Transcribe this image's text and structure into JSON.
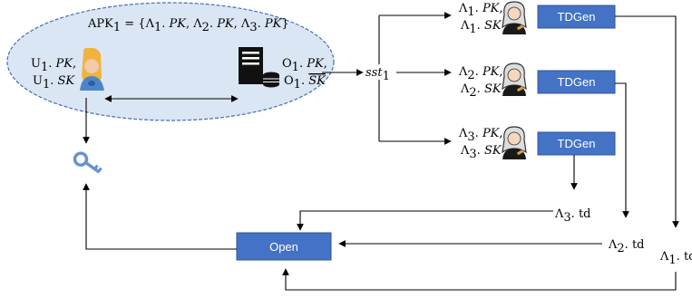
{
  "colors": {
    "ellipse_fill": "#dbe6f4",
    "ellipse_stroke": "#3f6fb5",
    "button_fill": "#4472c4",
    "button_stroke": "#2f5597",
    "key_color": "#6a93cf",
    "user_hair": "#f0b33c",
    "user_body": "#4a86c8"
  },
  "apk": {
    "lhs_main": "APK",
    "lhs_sub": "1",
    "eq_open": "= {",
    "items": [
      {
        "sym": "Λ",
        "sub": "1",
        "dot": ". ",
        "field": "PK",
        "sep": ", "
      },
      {
        "sym": "Λ",
        "sub": "2",
        "dot": ". ",
        "field": "PK",
        "sep": ", "
      },
      {
        "sym": "Λ",
        "sub": "3",
        "dot": ". ",
        "field": "PK",
        "sep": ""
      }
    ],
    "eq_close": "}"
  },
  "user": {
    "pk": {
      "sym": "U",
      "sub": "1",
      "dot": ". ",
      "field": "PK",
      "sep": ","
    },
    "sk": {
      "sym": "U",
      "sub": "1",
      "dot": ". ",
      "field": "SK",
      "sep": ""
    }
  },
  "owner": {
    "pk": {
      "sym": "O",
      "sub": "1",
      "dot": ". ",
      "field": "PK",
      "sep": ","
    },
    "sk": {
      "sym": "O",
      "sub": "1",
      "dot": ". ",
      "field": "SK",
      "sep": ""
    }
  },
  "sst": {
    "main": "sst",
    "sub": "1"
  },
  "authorities": [
    {
      "pk": {
        "sym": "Λ",
        "sub": "1",
        "dot": ". ",
        "field": "PK",
        "sep": ","
      },
      "sk": {
        "sym": "Λ",
        "sub": "1",
        "dot": ". ",
        "field": "SK",
        "sep": ""
      },
      "button": "TDGen"
    },
    {
      "pk": {
        "sym": "Λ",
        "sub": "2",
        "dot": ". ",
        "field": "PK",
        "sep": ","
      },
      "sk": {
        "sym": "Λ",
        "sub": "2",
        "dot": ". ",
        "field": "SK",
        "sep": ""
      },
      "button": "TDGen"
    },
    {
      "pk": {
        "sym": "Λ",
        "sub": "3",
        "dot": ". ",
        "field": "PK",
        "sep": ","
      },
      "sk": {
        "sym": "Λ",
        "sub": "3",
        "dot": ". ",
        "field": "SK",
        "sep": ""
      },
      "button": "TDGen"
    }
  ],
  "tokens": [
    {
      "sym": "Λ",
      "sub": "3",
      "dot": ". ",
      "field": "td"
    },
    {
      "sym": "Λ",
      "sub": "2",
      "dot": ". ",
      "field": "td"
    },
    {
      "sym": "Λ",
      "sub": "1",
      "dot": ". ",
      "field": "td"
    }
  ],
  "open_button": "Open"
}
